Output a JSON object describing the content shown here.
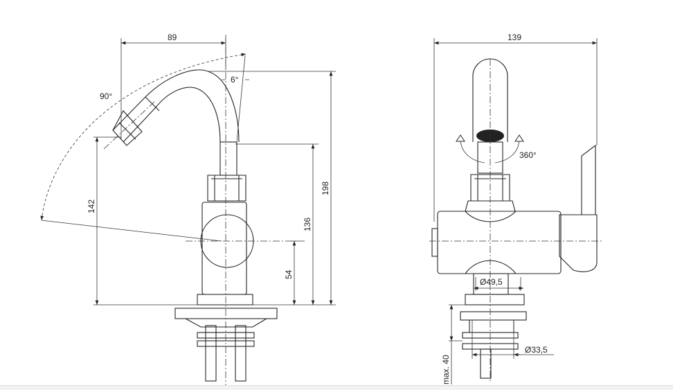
{
  "side_view": {
    "dim_spout_reach": "89",
    "dim_swivel_angle": "90°",
    "dim_tilt_angle": "6°",
    "dim_total_height": "198",
    "dim_outlet_height": "142",
    "dim_spout_base_height": "136",
    "dim_body_axis_height": "54"
  },
  "front_view": {
    "dim_total_width": "139",
    "dim_rotation": "360°",
    "dim_body_diameter": "Ø49,5",
    "dim_hole_diameter": "Ø33,5",
    "dim_max_thickness": "max. 40"
  }
}
